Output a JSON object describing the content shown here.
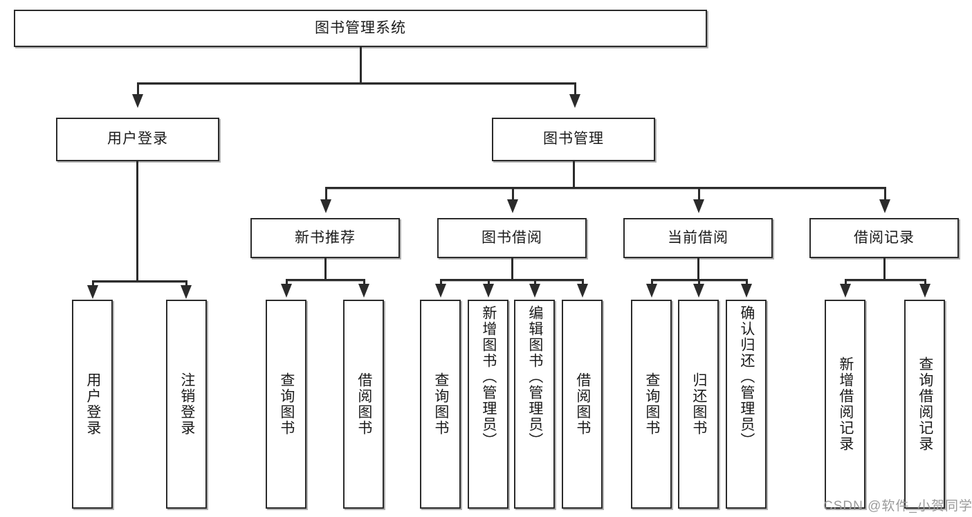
{
  "diagram": {
    "title": "图书管理系统",
    "root": {
      "label": "图书管理系统"
    },
    "level2": [
      {
        "label": "用户登录"
      },
      {
        "label": "图书管理"
      }
    ],
    "level3": [
      {
        "label": "新书推荐"
      },
      {
        "label": "图书借阅"
      },
      {
        "label": "当前借阅"
      },
      {
        "label": "借阅记录"
      }
    ],
    "leaves": {
      "user_login": [
        {
          "label": "用户登录"
        },
        {
          "label": "注销登录"
        }
      ],
      "new_book_recommend": [
        {
          "label": "查询图书"
        },
        {
          "label": "借阅图书"
        }
      ],
      "book_borrow": [
        {
          "label": "查询图书"
        },
        {
          "label": "新增图书（管理员）"
        },
        {
          "label": "编辑图书（管理员）"
        },
        {
          "label": "借阅图书"
        }
      ],
      "current_borrow": [
        {
          "label": "查询图书"
        },
        {
          "label": "归还图书"
        },
        {
          "label": "确认归还（管理员）"
        }
      ],
      "borrow_record": [
        {
          "label": "新增借阅记录"
        },
        {
          "label": "查询借阅记录"
        }
      ]
    }
  },
  "watermark": {
    "text": "CSDN @软件_小贺同学"
  },
  "colors": {
    "box_border": "#2b2b2b",
    "box_fill": "#ffffff",
    "text": "#1b1b1b",
    "connector": "#2b2b2b",
    "watermark": "#9b9b9b",
    "background": "#ffffff"
  }
}
